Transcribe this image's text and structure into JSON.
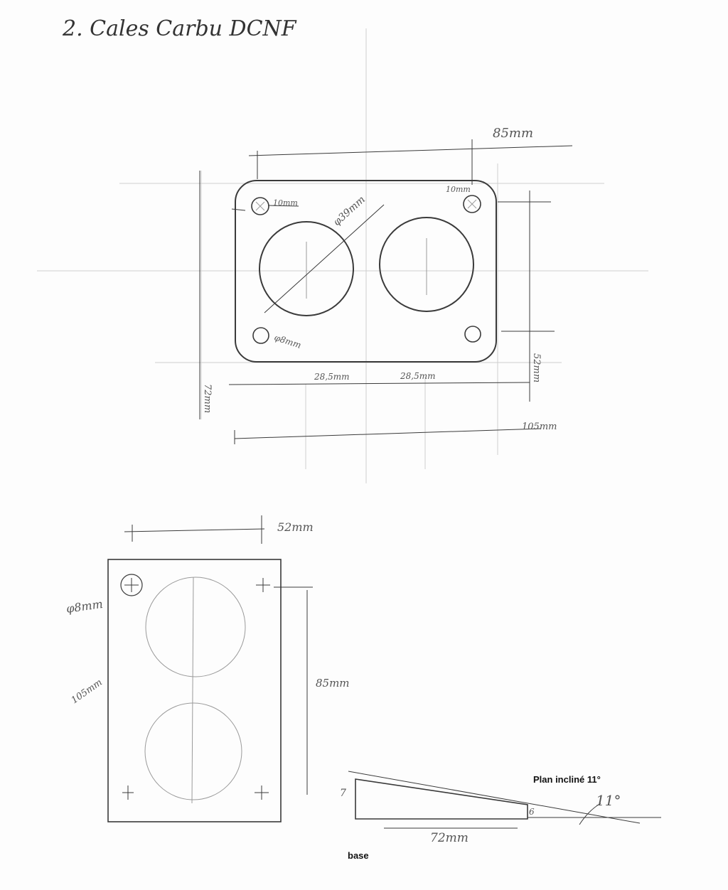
{
  "title": "2. Cales Carbu DCNF",
  "top_view": {
    "width_label": "85mm",
    "bolt_left_label": "10mm",
    "bolt_right_label": "10mm",
    "bore_label": "φ39mm",
    "small_hole_label": "φ8mm",
    "half_left_label": "28,5mm",
    "half_right_label": "28,5mm",
    "height_right_label": "52mm",
    "height_left_label": "72mm",
    "total_width_label": "105mm"
  },
  "side_view": {
    "top_width_label": "52mm",
    "hole_label": "φ8mm",
    "length_label": "105mm",
    "spacing_label": "85mm"
  },
  "wedge": {
    "left_height_label": "7",
    "right_height_label": "6",
    "base_length_label": "72mm",
    "angle_label": "11°",
    "incline_caption": "Plan incliné 11°",
    "base_caption": "base"
  }
}
